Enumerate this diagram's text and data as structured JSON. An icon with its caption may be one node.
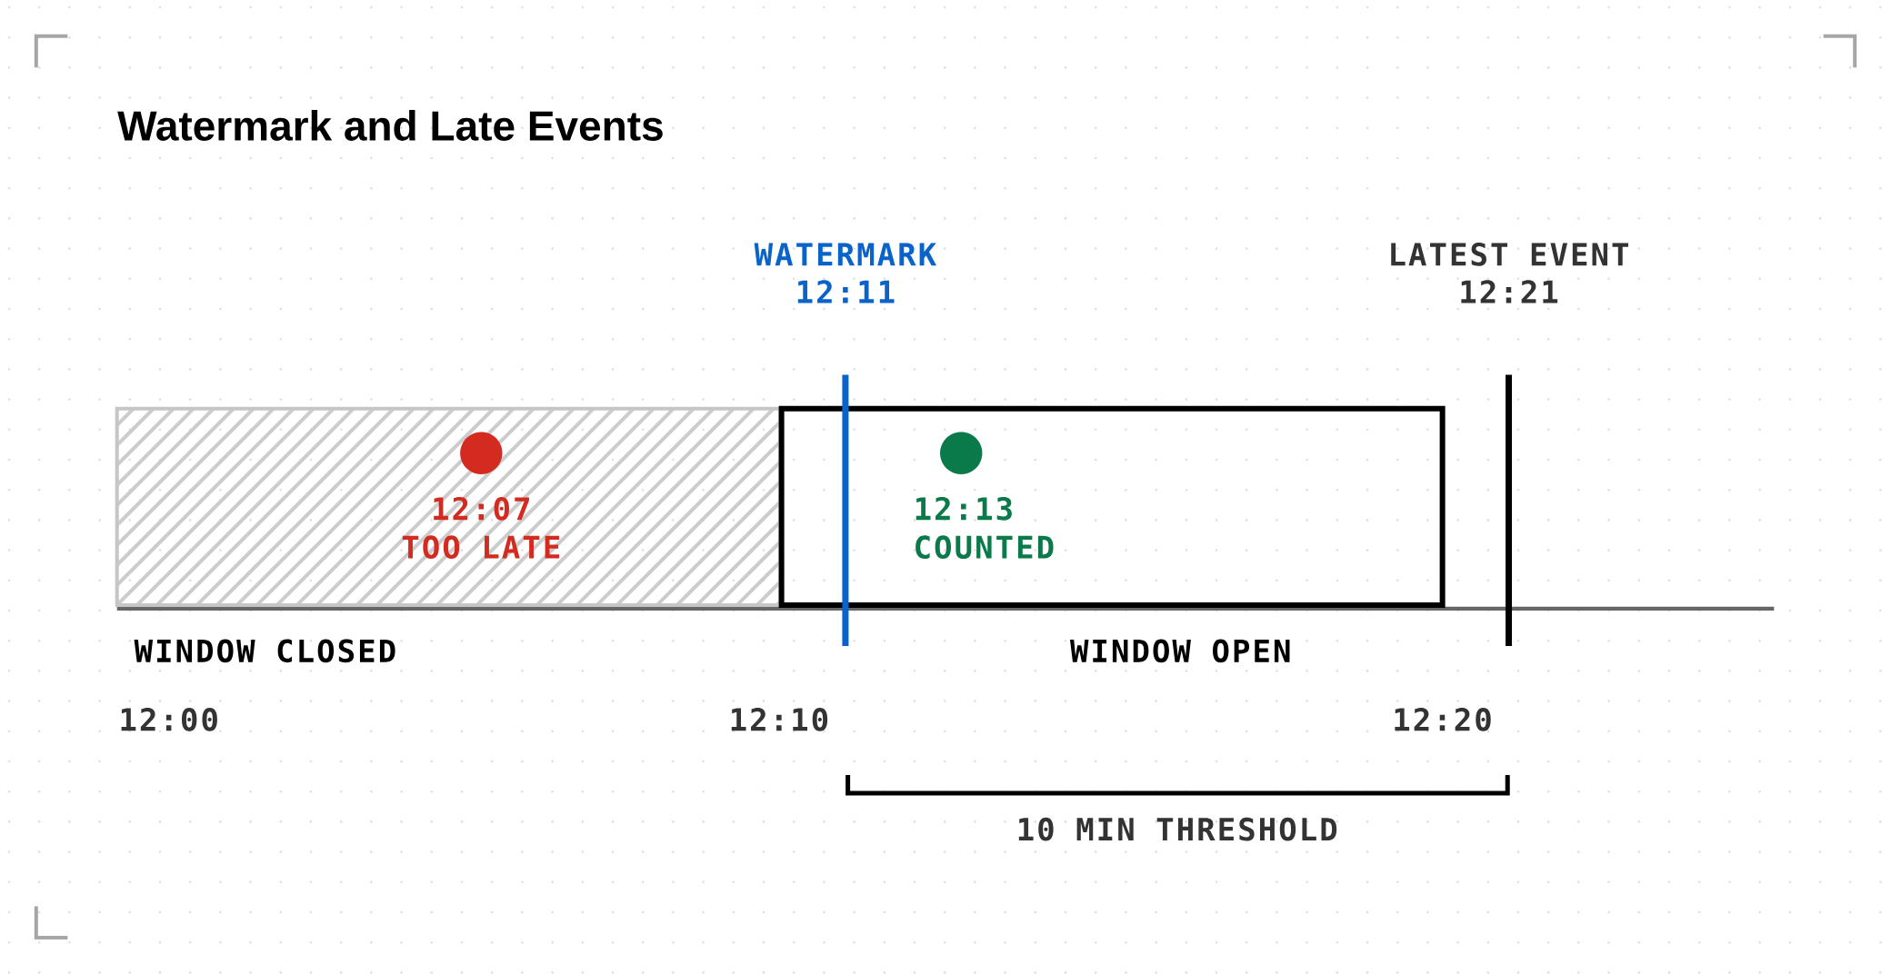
{
  "diagram": {
    "title": "Watermark and Late Events",
    "nodes": [
      {
        "text": [
          "WINDOW CLOSED"
        ]
      },
      {
        "text": [],
        "shape": "circle",
        "in": 0,
        "beside": [
          "12:07",
          "TOO LATE"
        ]
      },
      {
        "text": [
          "WINDOW OPEN"
        ]
      },
      {
        "text": [],
        "shape": "circle",
        "in": 2,
        "beside": [
          "12:13",
          "COUNTED"
        ]
      }
    ],
    "labels": [
      "WATERMARK",
      "12:11",
      "LATEST EVENT",
      "12:21",
      "12:00",
      "12:10",
      "12:20",
      "10 MIN THRESHOLD"
    ]
  }
}
